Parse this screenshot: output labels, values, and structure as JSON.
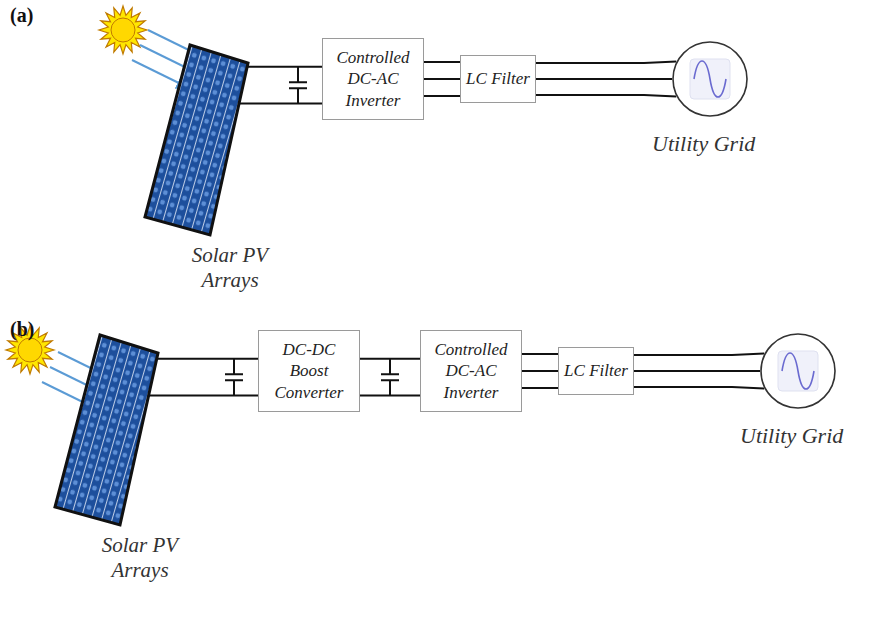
{
  "diagram": {
    "nodes": [
      {
        "text": [
          "Solar PV Arrays"
        ]
      },
      {
        "text": [
          "Controlled DC-AC Inverter"
        ]
      },
      {
        "text": [
          "LC Filter"
        ]
      },
      {
        "text": [
          "Utility Grid"
        ]
      },
      {
        "text": [
          "Solar PV Arrays"
        ]
      },
      {
        "text": [
          "DC-DC Boost Converter"
        ]
      },
      {
        "text": [
          "Controlled DC-AC Inverter"
        ]
      },
      {
        "text": [
          "LC Filter"
        ]
      },
      {
        "text": [
          "Utility Grid"
        ]
      }
    ],
    "edges": [
      {
        "from": 0,
        "to": 1,
        "arrow": "none"
      },
      {
        "from": 1,
        "to": 2,
        "arrow": "none"
      },
      {
        "from": 2,
        "to": 3,
        "arrow": "none"
      },
      {
        "from": 4,
        "to": 5,
        "arrow": "none"
      },
      {
        "from": 5,
        "to": 6,
        "arrow": "none"
      },
      {
        "from": 6,
        "to": 7,
        "arrow": "none"
      },
      {
        "from": 7,
        "to": 8,
        "arrow": "none"
      }
    ],
    "labels": [
      "(a)",
      "(b)"
    ]
  }
}
